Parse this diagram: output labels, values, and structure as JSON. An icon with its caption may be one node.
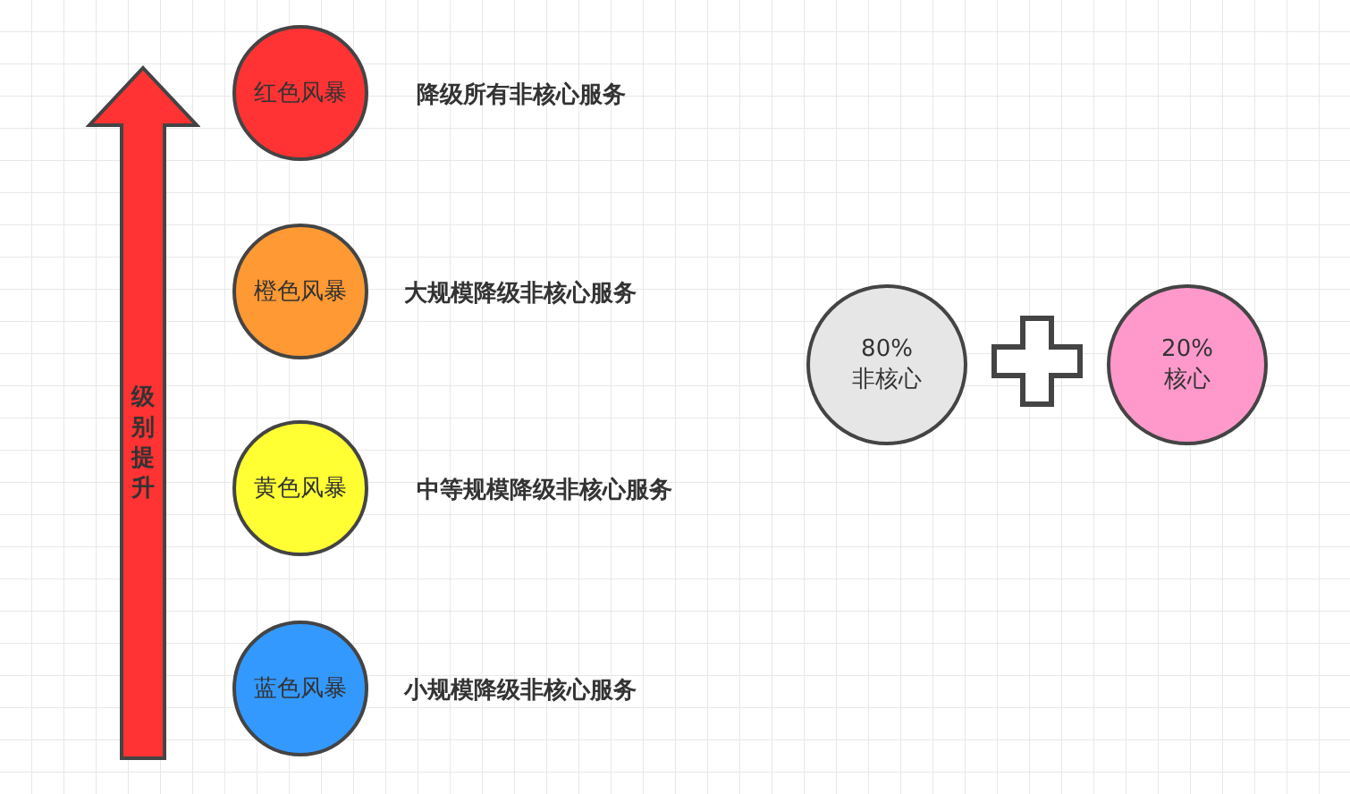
{
  "diagram": {
    "nodes": [
      {
        "text": [
          "级别提升"
        ]
      },
      {
        "text": [
          "红色风暴"
        ],
        "beside": [
          "降级所有非核心服务"
        ]
      },
      {
        "text": [
          "橙色风暴"
        ],
        "beside": [
          "大规模降级非核心服务"
        ]
      },
      {
        "text": [
          "黄色风暴"
        ],
        "beside": [
          "中等规模降级非核心服务"
        ]
      },
      {
        "text": [
          "蓝色风暴"
        ],
        "beside": [
          "小规模降级非核心服务"
        ]
      },
      {
        "text": [
          "80% 非核心"
        ]
      },
      {
        "text": [
          "20% 核心"
        ]
      }
    ]
  }
}
